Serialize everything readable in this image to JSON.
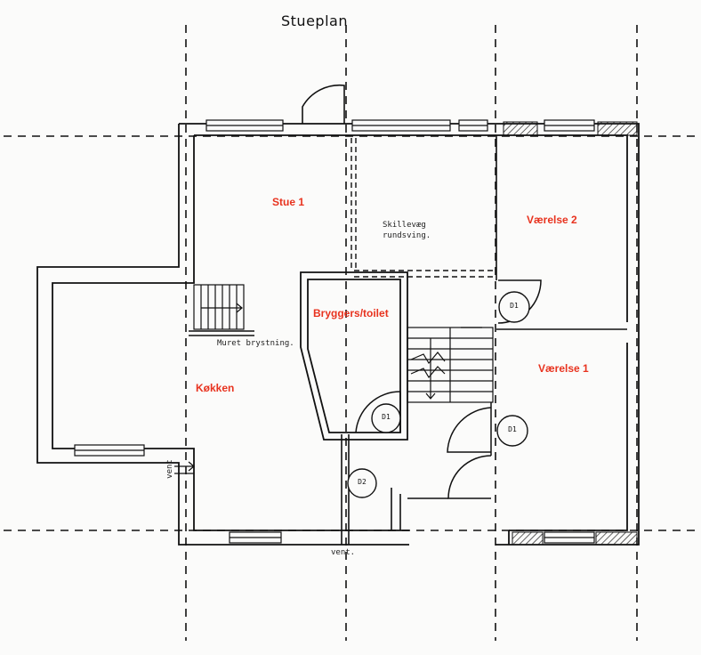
{
  "plan": {
    "title": "Stueplan",
    "rooms": {
      "stue1": "Stue 1",
      "vaerelse2": "Værelse 2",
      "bryggers": "Bryggers/toilet",
      "vaerelse1": "Værelse 1",
      "kokken": "Køkken"
    },
    "notes": {
      "skillevaeg_line1": "Skillevæg",
      "skillevaeg_line2": "rundsving.",
      "brystning": "Muret brystning.",
      "vent_left": "vent",
      "vent_bottom": "vent."
    },
    "door_tags": {
      "d1_vaerelse2": "D1",
      "d1_bryggers": "D1",
      "d1_vaerelse1": "D1",
      "d2_entry": "D2"
    },
    "colors": {
      "room_label": "#e8331f",
      "line": "#1a1a1a",
      "paper": "#fbfbfa"
    }
  }
}
